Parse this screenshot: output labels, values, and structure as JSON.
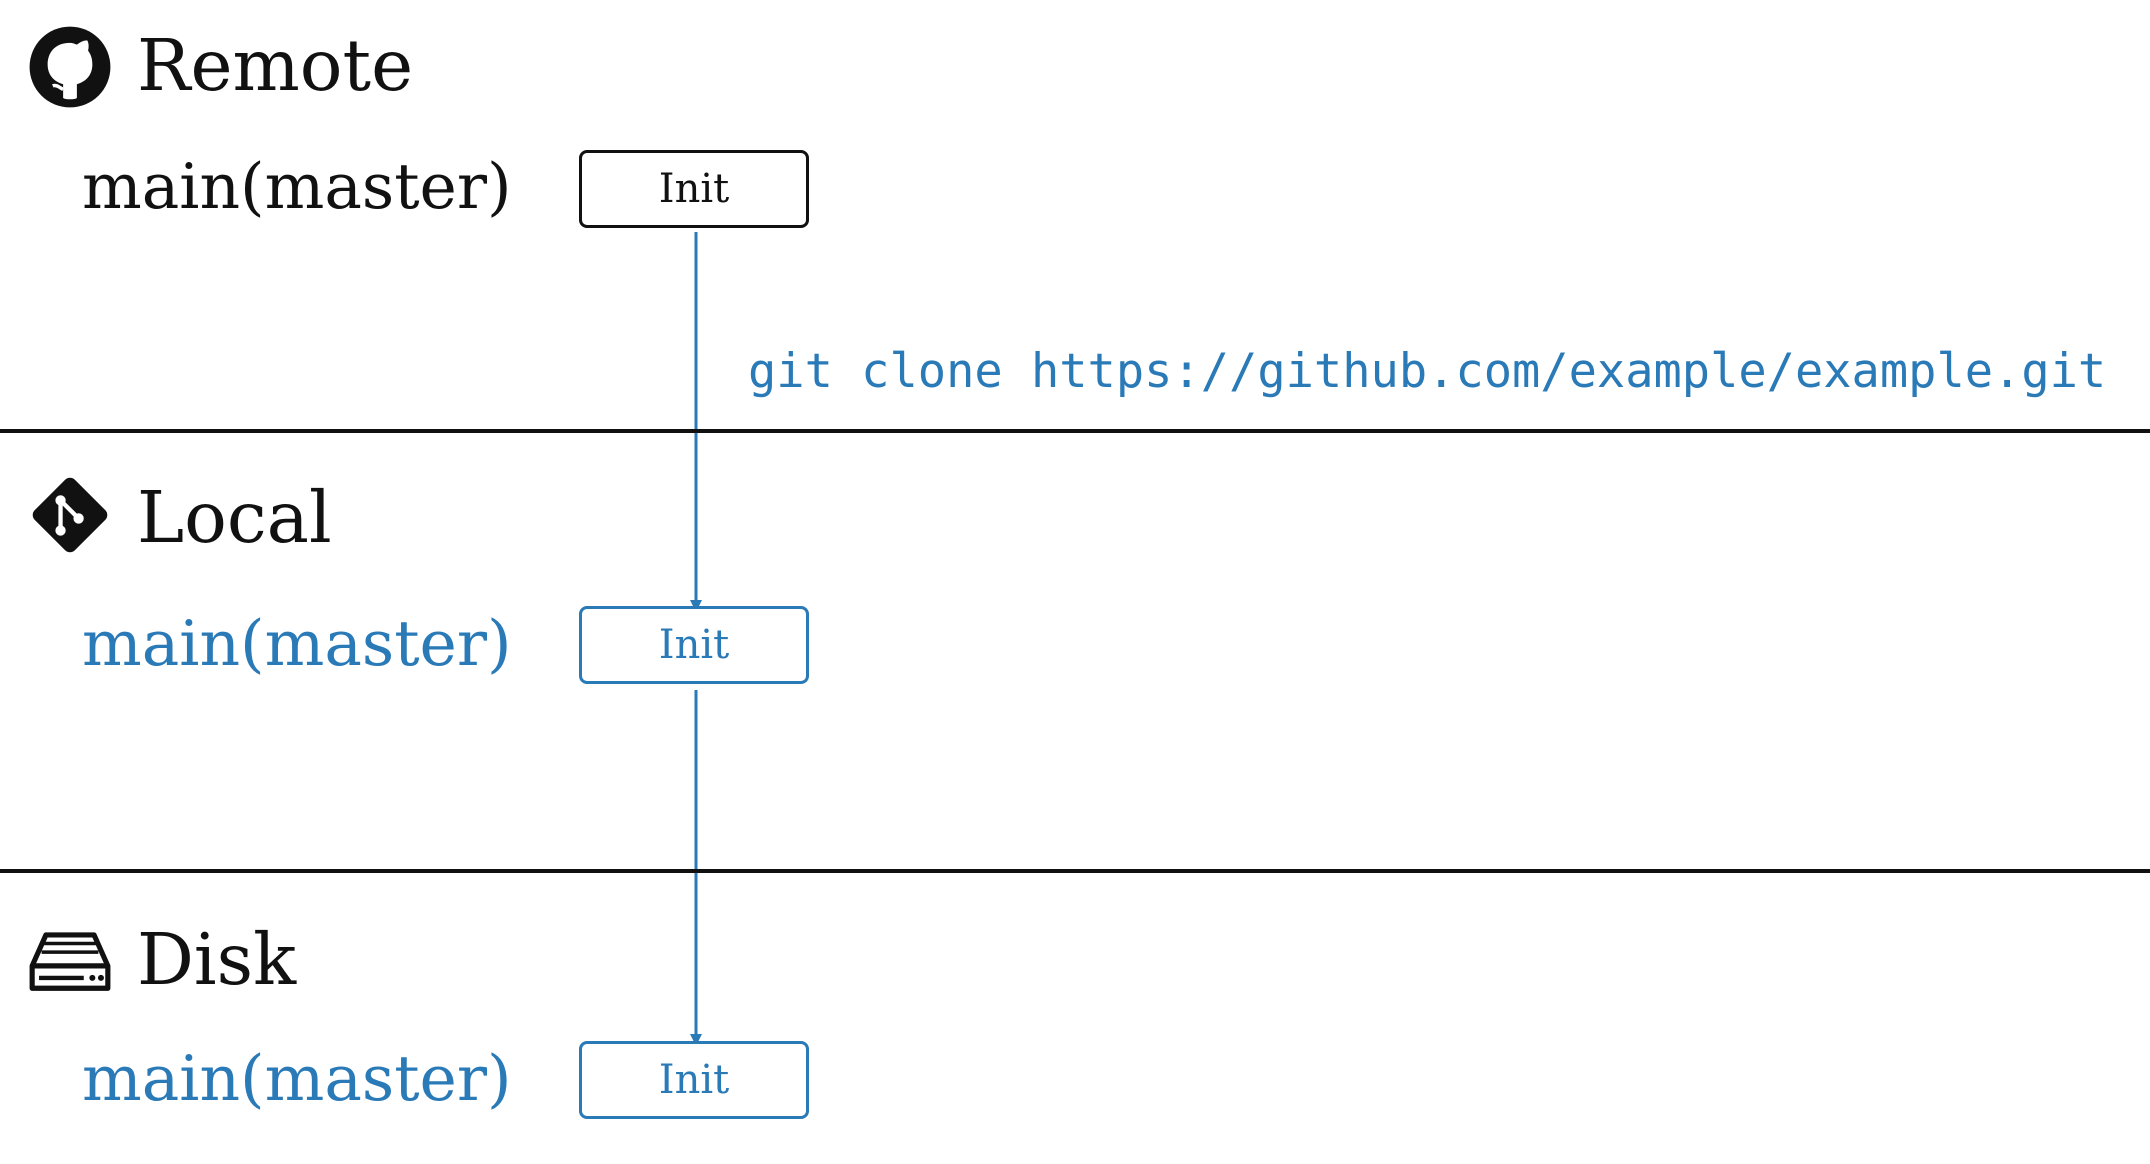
{
  "sections": {
    "remote": {
      "title": "Remote",
      "icon": "github-icon",
      "branch": "main(master)",
      "commit": "Init"
    },
    "local": {
      "title": "Local",
      "icon": "git-icon",
      "branch": "main(master)",
      "commit": "Init"
    },
    "disk": {
      "title": "Disk",
      "icon": "hard-drive-icon",
      "branch": "main(master)",
      "commit": "Init"
    }
  },
  "command": "git clone https://github.com/example/example.git",
  "colors": {
    "text": "#111111",
    "accent": "#2a7ab8",
    "background": "#ffffff"
  }
}
